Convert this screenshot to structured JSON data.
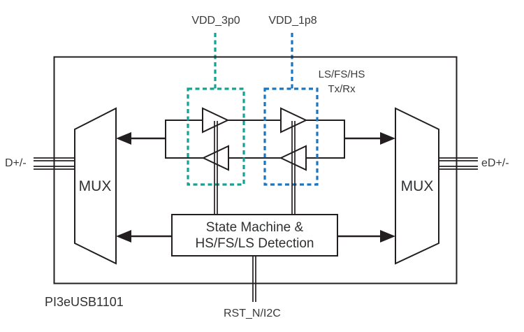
{
  "diagram": {
    "chip_name": "PI3eUSB1101",
    "power": {
      "vdd_3p0": "VDD_3p0",
      "vdd_1p8": "VDD_1p8"
    },
    "signal_block": {
      "line1": "LS/FS/HS",
      "line2": "Tx/Rx"
    },
    "ports": {
      "left": "D+/-",
      "right": "eD+/-",
      "bottom": "RST_N/I2C"
    },
    "mux_left": "MUX",
    "mux_right": "MUX",
    "state_machine": {
      "line1": "State Machine &",
      "line2": "HS/FS/LS Detection"
    },
    "colors": {
      "vdd_3p0": "#12a392",
      "vdd_1p8": "#1b76c0",
      "line": "#231f20",
      "text": "#38393b",
      "background": "#ffffff"
    }
  }
}
